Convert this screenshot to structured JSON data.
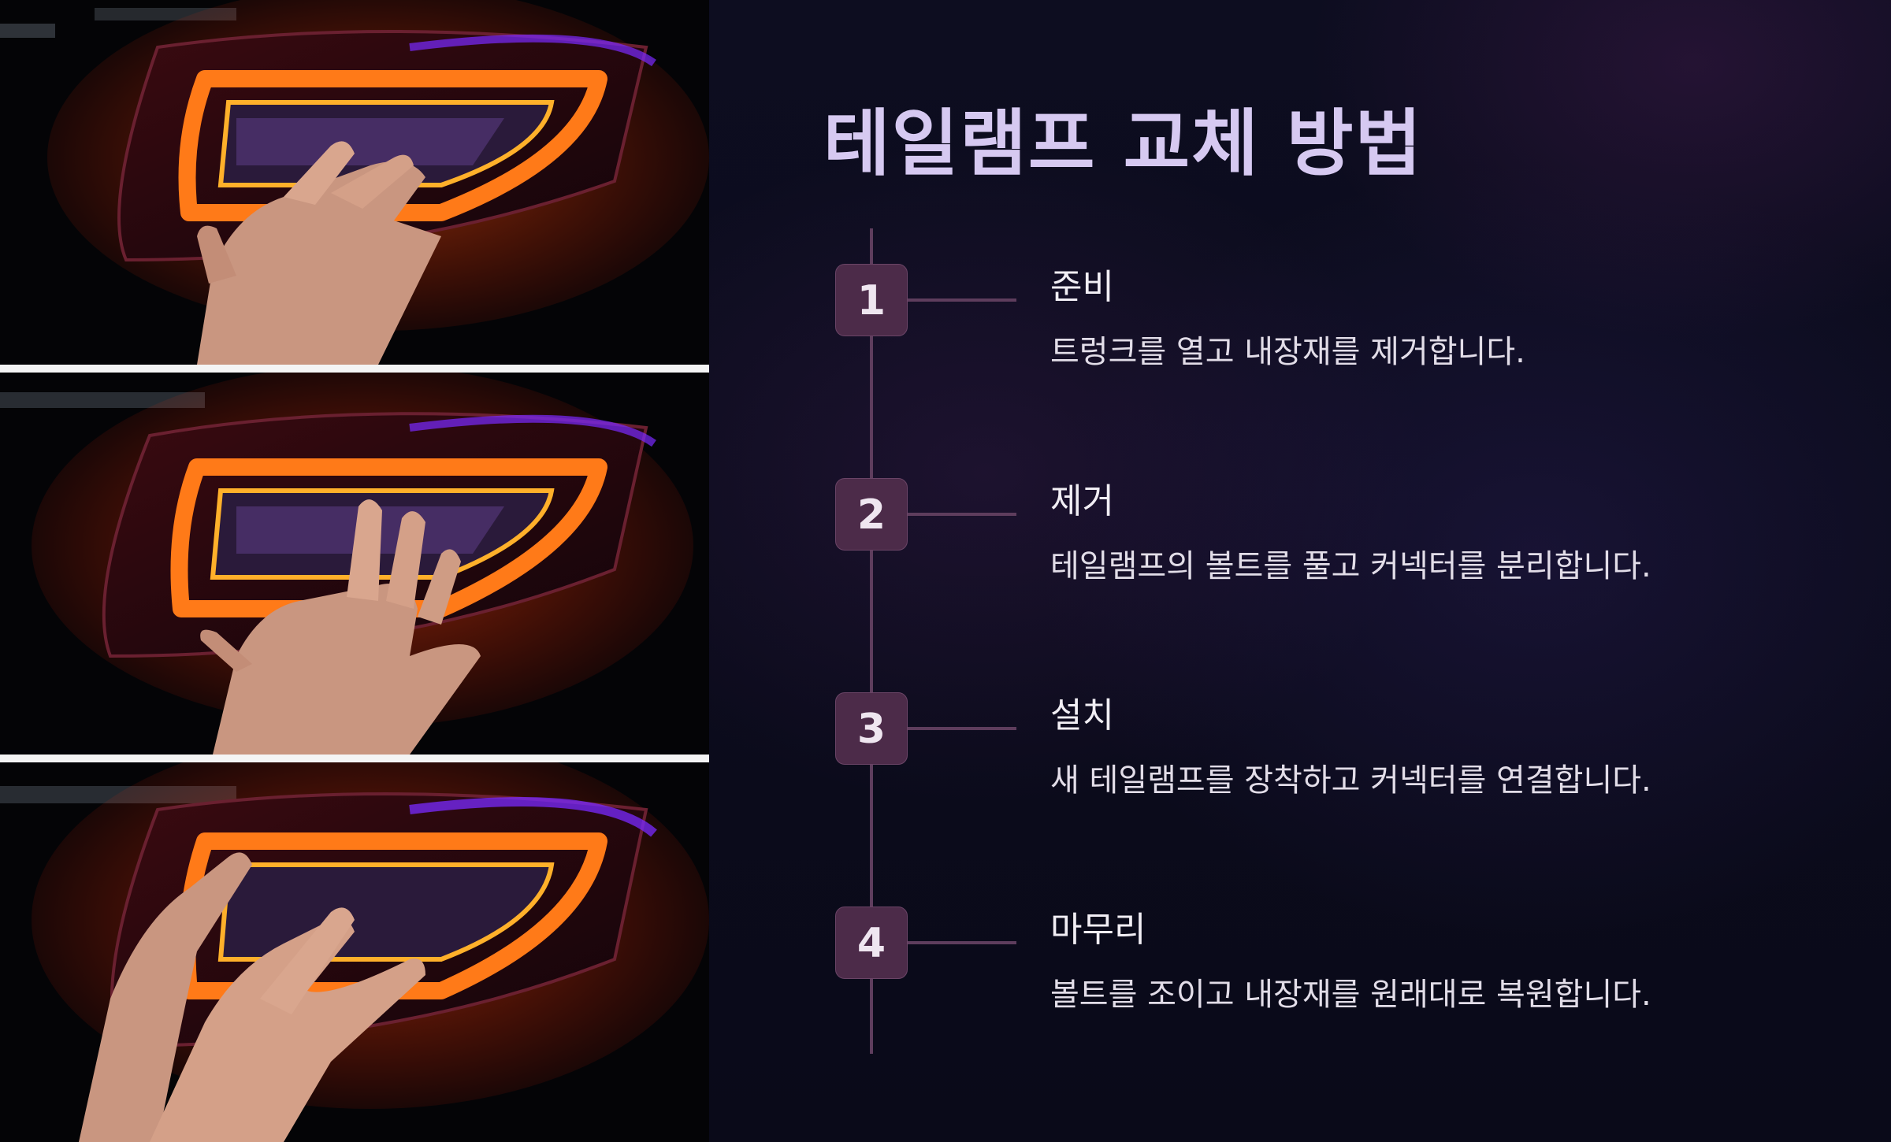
{
  "title": "테일램프 교체 방법",
  "images": [
    {
      "subject": "taillight-hand-photo"
    },
    {
      "subject": "taillight-hand-photo"
    },
    {
      "subject": "taillight-two-hands-photo"
    }
  ],
  "steps": [
    {
      "number": "1",
      "title": "준비",
      "description": "트렁크를 열고 내장재를 제거합니다."
    },
    {
      "number": "2",
      "title": "제거",
      "description": "테일램프의 볼트를 풀고 커넥터를 분리합니다."
    },
    {
      "number": "3",
      "title": "설치",
      "description": "새 테일램프를 장착하고 커넥터를 연결합니다."
    },
    {
      "number": "4",
      "title": "마무리",
      "description": "볼트를 조이고 내장재를 원래대로 복원합니다."
    }
  ],
  "colors": {
    "background": "#0b0b1c",
    "title": "#d6c9f1",
    "badge": "#4c2b49",
    "timeline": "#5e3d5d",
    "lamp_glow": "#ff3a10",
    "lamp_core": "#ffb02a"
  }
}
